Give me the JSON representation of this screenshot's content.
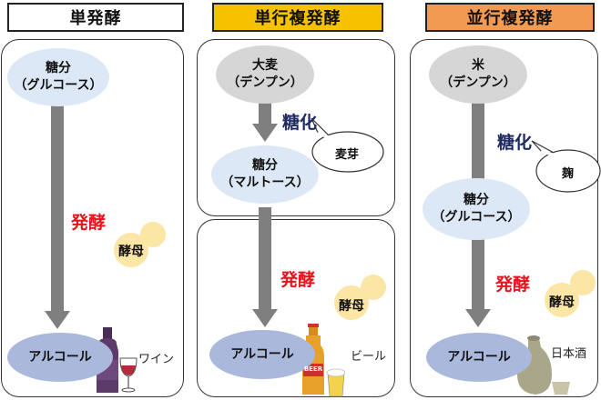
{
  "columns": [
    {
      "header": "単発酵",
      "header_bg": "#ffffff",
      "sugar": {
        "line1": "糖分",
        "line2": "（グルコース）"
      },
      "process_label": "発酵",
      "yeast": "酵母",
      "alcohol": "アルコール",
      "drink": "ワイン"
    },
    {
      "header": "単行複発酵",
      "header_bg": "#f6c200",
      "starch": {
        "line1": "大麦",
        "line2": "（デンプン）"
      },
      "saccharification_label": "糖化",
      "enzyme": "麦芽",
      "sugar": {
        "line1": "糖分",
        "line2": "（マルトース）"
      },
      "process_label": "発酵",
      "yeast": "酵母",
      "alcohol": "アルコール",
      "drink": "ビール",
      "bottle_label": "BEER"
    },
    {
      "header": "並行複発酵",
      "header_bg": "#f39a52",
      "starch": {
        "line1": "米",
        "line2": "（デンプン）"
      },
      "saccharification_label": "糖化",
      "enzyme": "麹",
      "sugar": {
        "line1": "糖分",
        "line2": "（グルコース）"
      },
      "process_label": "発酵",
      "yeast": "酵母",
      "alcohol": "アルコール",
      "drink": "日本酒"
    }
  ],
  "colors": {
    "arrow": "#7f7f7f",
    "fermentation_text": "#e6141c",
    "saccharification_text": "#1f2a63",
    "yeast": "#fbe6a6"
  }
}
